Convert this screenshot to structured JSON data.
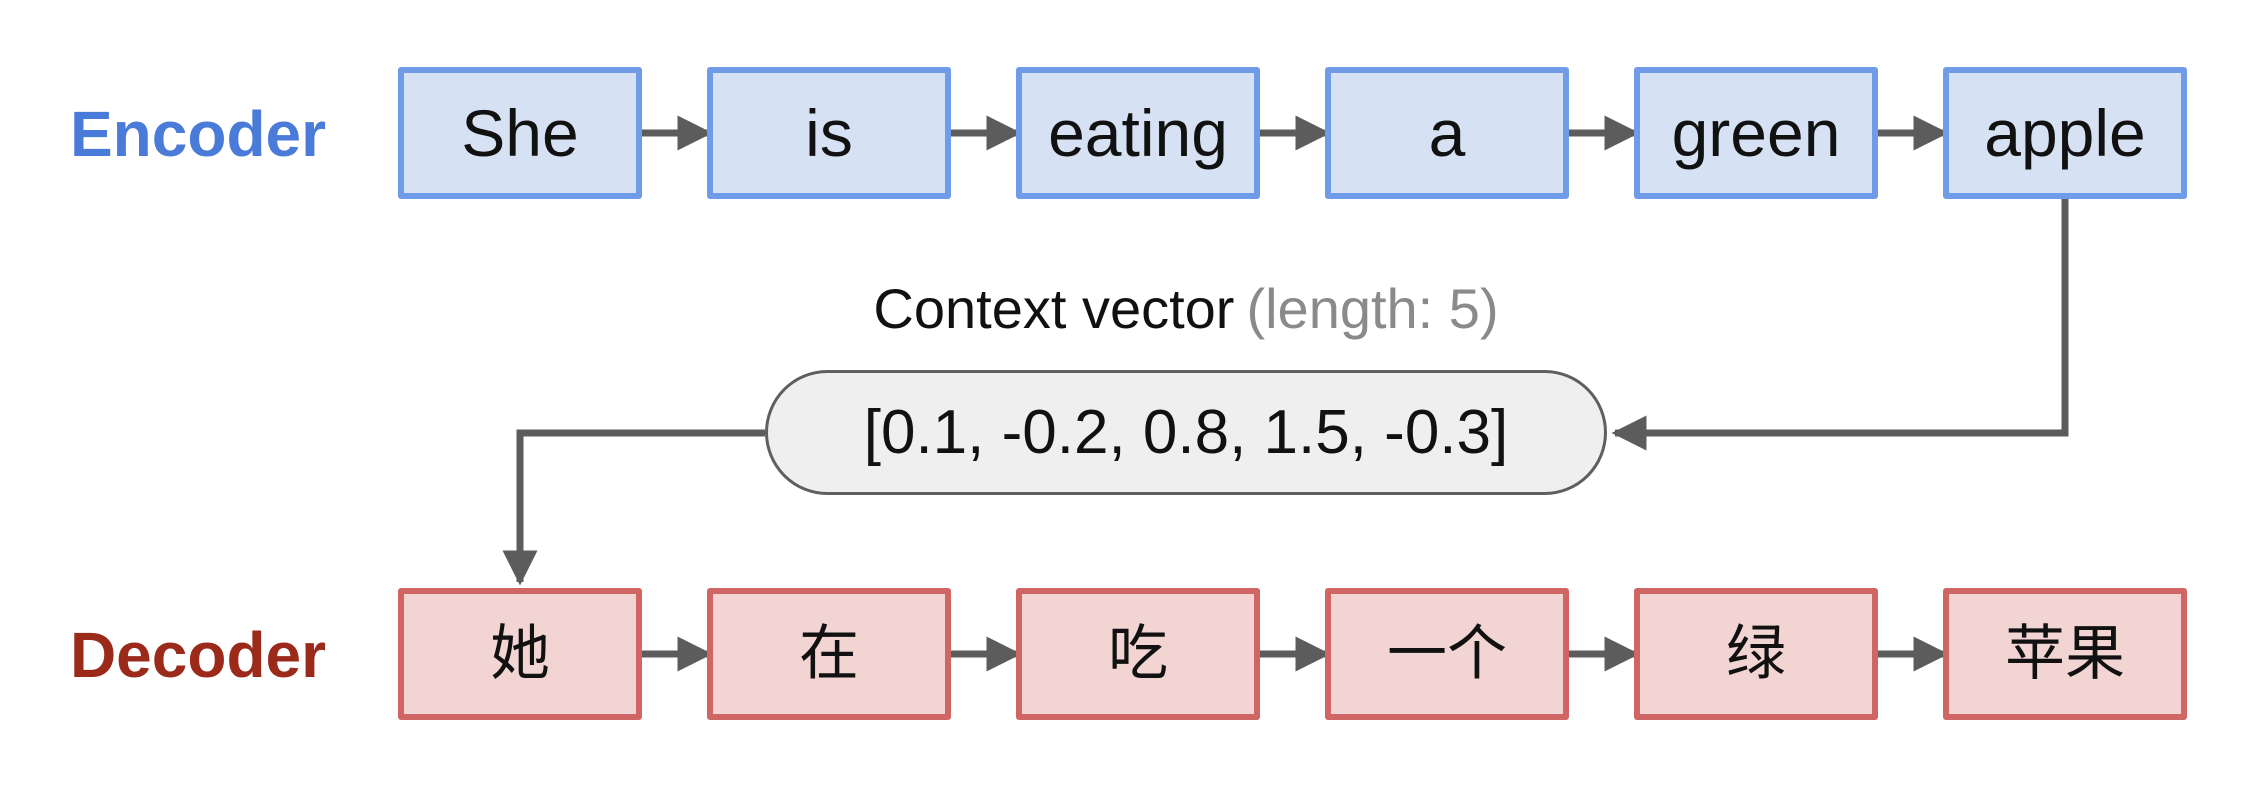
{
  "colors": {
    "encoder_label": "#4a7bd9",
    "encoder_box_border": "#6f9be8",
    "encoder_box_fill": "#d6e2f4",
    "decoder_label": "#9c2a1b",
    "decoder_box_border": "#cf6663",
    "decoder_box_fill": "#f2d5d3",
    "pill_fill": "#efefef",
    "pill_border": "#5f5f5f",
    "arrow": "#5c5c5c",
    "text": "#111111",
    "context_note": "#8a8a8a",
    "background": "#ffffff"
  },
  "encoder": {
    "label": "Encoder",
    "tokens": [
      "She",
      "is",
      "eating",
      "a",
      "green",
      "apple"
    ]
  },
  "decoder": {
    "label": "Decoder",
    "tokens": [
      "她",
      "在",
      "吃",
      "一个",
      "绿",
      "苹果"
    ]
  },
  "context_vector": {
    "title": "Context vector",
    "note": "(length: 5)",
    "display": "[0.1, -0.2, 0.8, 1.5, -0.3]",
    "values": [
      0.1,
      -0.2,
      0.8,
      1.5,
      -0.3
    ],
    "length": 5
  }
}
